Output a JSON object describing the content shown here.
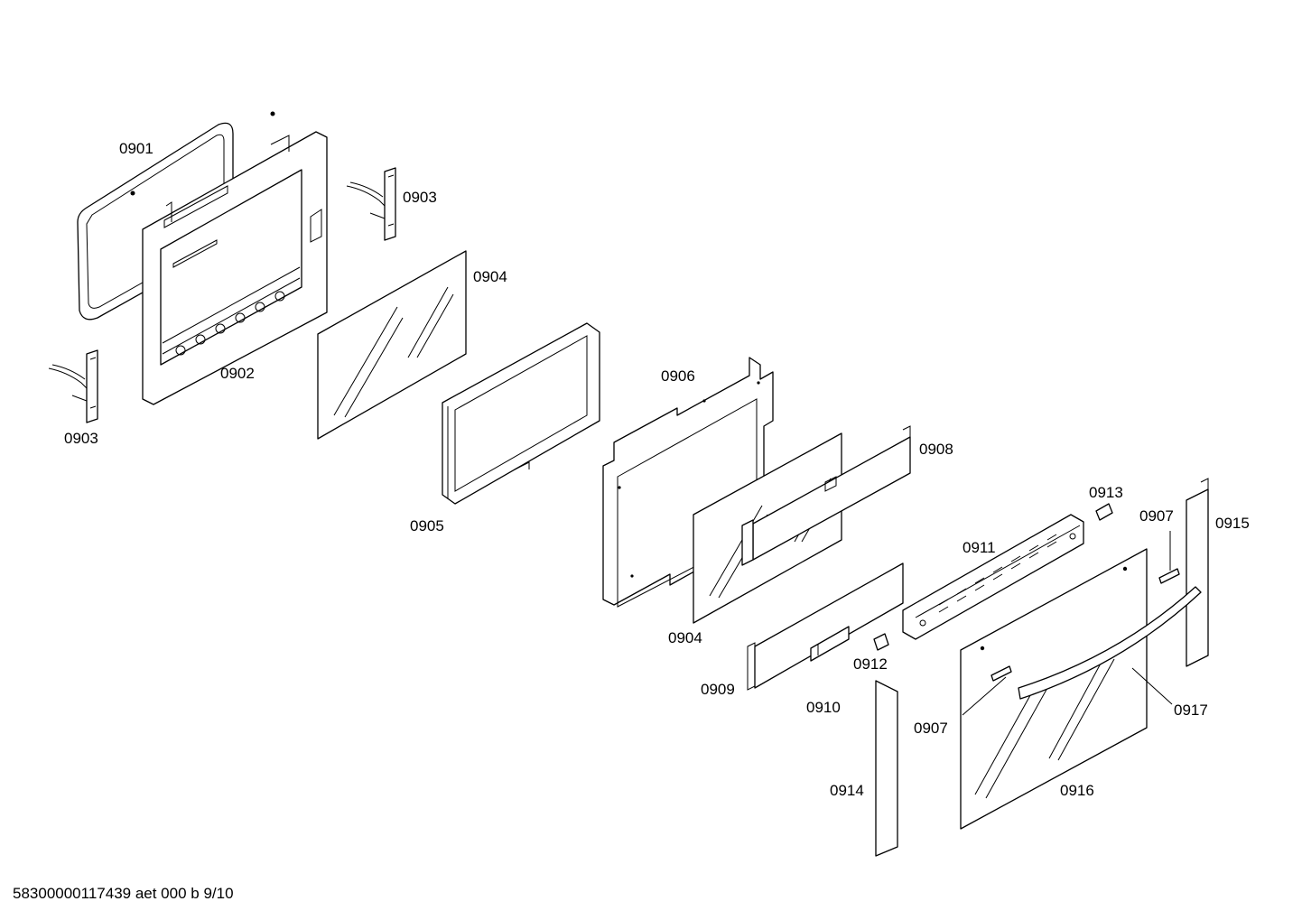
{
  "diagram": {
    "labels": {
      "l0901": "0901",
      "l0902": "0902",
      "l0903a": "0903",
      "l0903b": "0903",
      "l0904a": "0904",
      "l0904b": "0904",
      "l0905": "0905",
      "l0906": "0906",
      "l0907a": "0907",
      "l0907b": "0907",
      "l0908": "0908",
      "l0909": "0909",
      "l0910": "0910",
      "l0911": "0911",
      "l0912": "0912",
      "l0913": "0913",
      "l0914": "0914",
      "l0915": "0915",
      "l0916": "0916",
      "l0917": "0917"
    }
  },
  "footer": {
    "text": "58300000117439 aet 000 b 9/10"
  }
}
